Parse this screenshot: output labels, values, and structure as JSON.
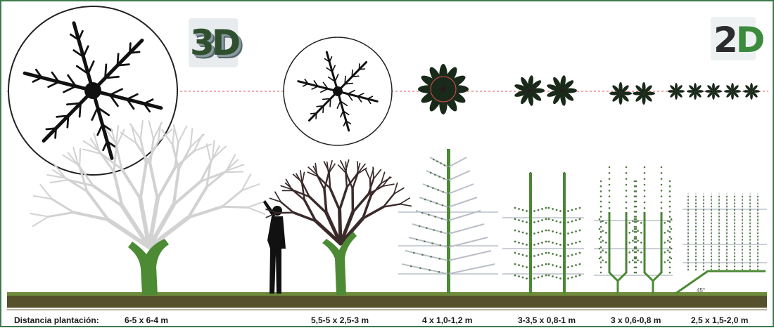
{
  "badges": {
    "three_d": "3D",
    "two_d_digit": "2",
    "two_d_letter": "D"
  },
  "footer": {
    "title": "Distancia plantación:",
    "spacings": [
      "6-5 x 6-4 m",
      "5,5-5 x 2,5-3 m",
      "4 x 1,0-1,2 m",
      "3-3,5 x 0,8-1 m",
      "3 x 0,6-0,8 m",
      "2,5 x 1,5-2,0 m"
    ]
  },
  "angle_label": "45°",
  "colors": {
    "trunk": "#4c8a34",
    "ground": "#56502c",
    "ground_top": "#6e8a3a",
    "branch_gray": "#d2d2d2",
    "branch_dark": "#3a2a2a",
    "wire": "#9aa2b0",
    "bead": "#4f7a42",
    "dash_line": "#e05050",
    "frame": "#3c7a4c"
  }
}
